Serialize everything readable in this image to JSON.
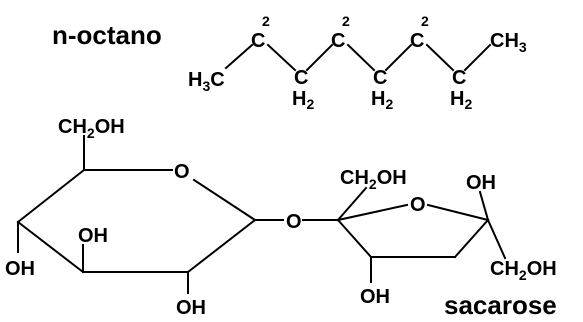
{
  "labels": {
    "octane_name": "n-octano",
    "sucrose_name": "sacarose"
  },
  "octane": {
    "h3c": {
      "main": "H",
      "sub": "3",
      "tail": "C"
    },
    "c2": {
      "main": "C",
      "sup": "2"
    },
    "ch2": {
      "main": "C",
      "lower": "H",
      "lowersub": "2"
    },
    "ch3": {
      "main": "CH",
      "sub": "3"
    }
  },
  "sucrose": {
    "ch2oh": {
      "pre": "CH",
      "sub": "2",
      "post": "OH"
    },
    "oh": "OH",
    "ring_o": "O",
    "bridge_o": "O"
  }
}
